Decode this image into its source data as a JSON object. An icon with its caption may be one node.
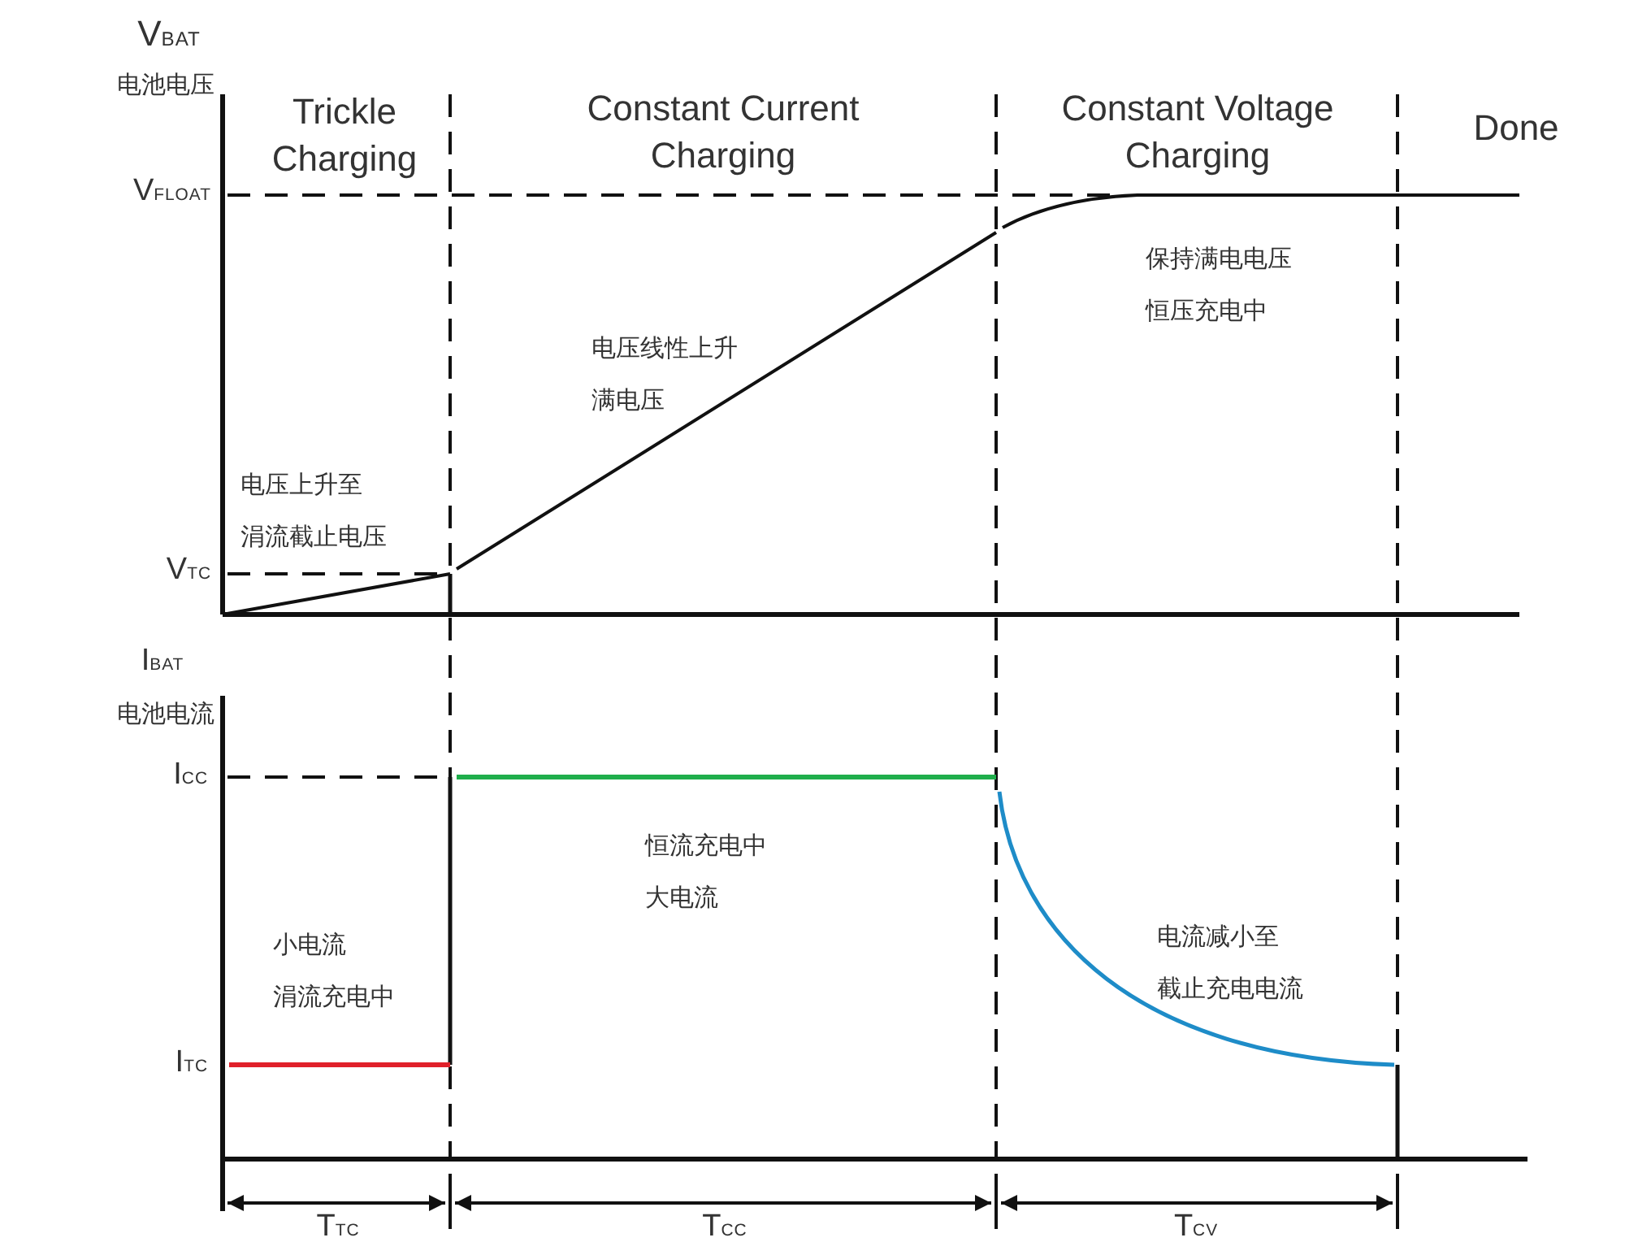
{
  "diagram": {
    "labels": [
      "V$_{BAT}$",
      "电池电压",
      "Trickle Charging",
      "Constant Current Charging",
      "Constant Voltage Charging",
      "Done",
      "V$_{FLOAT}$",
      "保持满电电压恒压充电中",
      "电压线性上升满电压",
      "电压上升至涓流截止电压",
      "V$_{TC}$",
      "I$_{BAT}$",
      "电池电流",
      "I$_{CC}$",
      "恒流充电中大电流",
      "小电流涓流充电中",
      "电流减小至截止充电电流",
      "I$_{TC}$",
      "T$_{TC}$",
      "T$_{CC}$",
      "T$_{CV}$"
    ]
  }
}
